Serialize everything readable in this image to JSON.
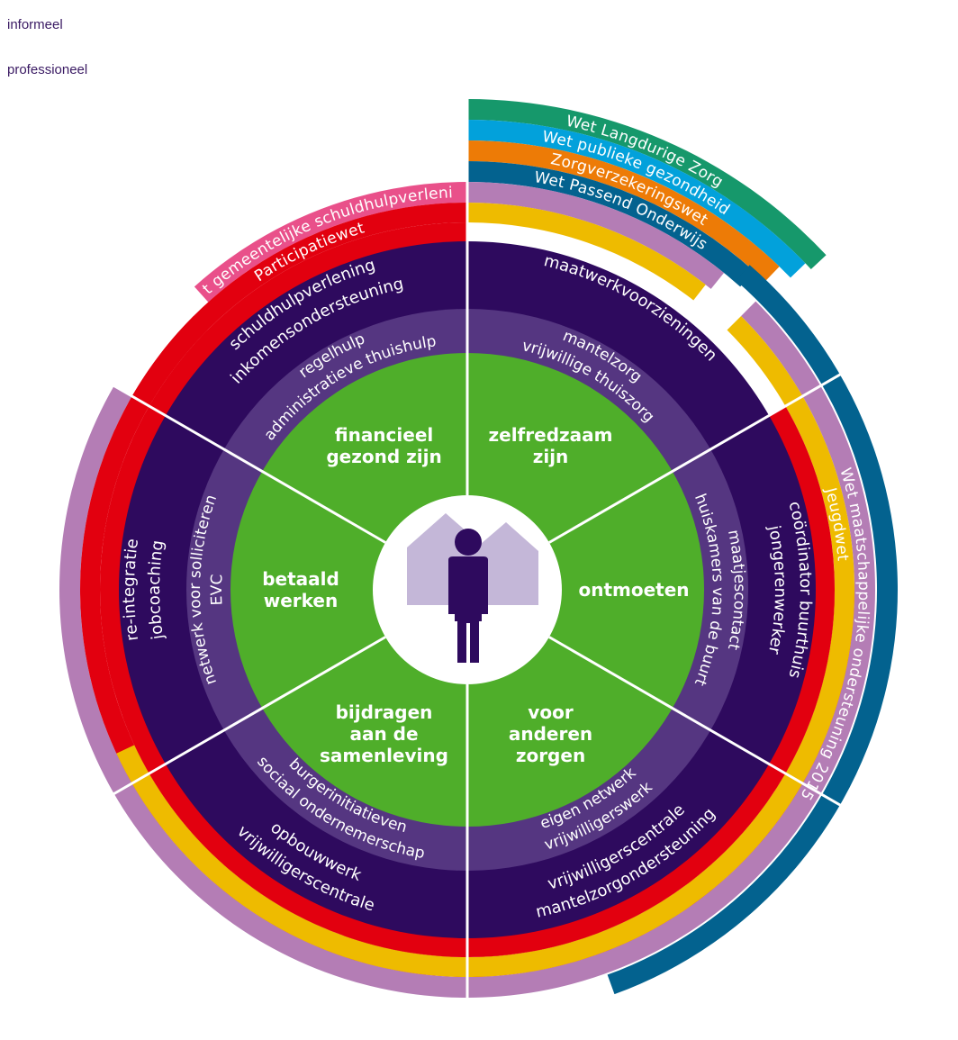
{
  "legend": {
    "informal": "informeel",
    "professional": "professioneel"
  },
  "center_icon": "person-with-houses-icon",
  "sectors": [
    {
      "title": [
        "financieel",
        "gezond zijn"
      ],
      "informal": [
        "regelhulp",
        "administratieve thuishulp"
      ],
      "professional": [
        "schuldhulpverlening",
        "inkomensondersteuning"
      ]
    },
    {
      "title": [
        "zelfredzaam",
        "zijn"
      ],
      "informal": [
        "mantelzorg",
        "vrijwillige thuiszorg"
      ],
      "professional": [
        "maatwerkvoorzieningen"
      ]
    },
    {
      "title": [
        "ontmoeten"
      ],
      "informal": [
        "maatjescontact",
        "huiskamers van de buurt"
      ],
      "professional": [
        "coördinator buurthuis",
        "jongerenwerker"
      ]
    },
    {
      "title": [
        "voor",
        "anderen",
        "zorgen"
      ],
      "informal": [
        "eigen netwerk",
        "vrijwilligerswerk"
      ],
      "professional": [
        "vrijwilligerscentrale",
        "mantelzorgondersteuning"
      ]
    },
    {
      "title": [
        "bijdragen",
        "aan de",
        "samenleving"
      ],
      "informal": [
        "burgerinitiatieven",
        "sociaal ondernemerschap"
      ],
      "professional": [
        "opbouwwerk",
        "vrijwilligerscentrale"
      ]
    },
    {
      "title": [
        "betaald",
        "werken"
      ],
      "informal": [
        "netwerk voor solliciteren",
        "EVC"
      ],
      "professional": [
        "re-integratie",
        "jobcoaching"
      ]
    }
  ],
  "laws": {
    "wlz": "Wet Langdurige Zorg",
    "wpg": "Wet publieke gezondheid",
    "zvw": "Zorgverzekeringswet",
    "wpo": "Wet Passend Onderwijs",
    "wmo": "Wet maatschappelijke ondersteuning 2015",
    "jeugdwet": "Jeugdwet",
    "participatiewet": "Participatiewet",
    "wgs": "Wet gemeentelijke schuldhulpverlening"
  },
  "colors": {
    "green": "#4fae2a",
    "dark_purple": "#2e0a5e",
    "mid_purple": "#553681",
    "light_lilac": "#c4b7d8",
    "red": "#e2000f",
    "yellow": "#eebb00",
    "mauve": "#b47db5",
    "pink": "#e9508a",
    "teal_green": "#16986b",
    "cyan": "#02a1db",
    "orange": "#ed7b06",
    "dark_blue": "#03628f"
  }
}
